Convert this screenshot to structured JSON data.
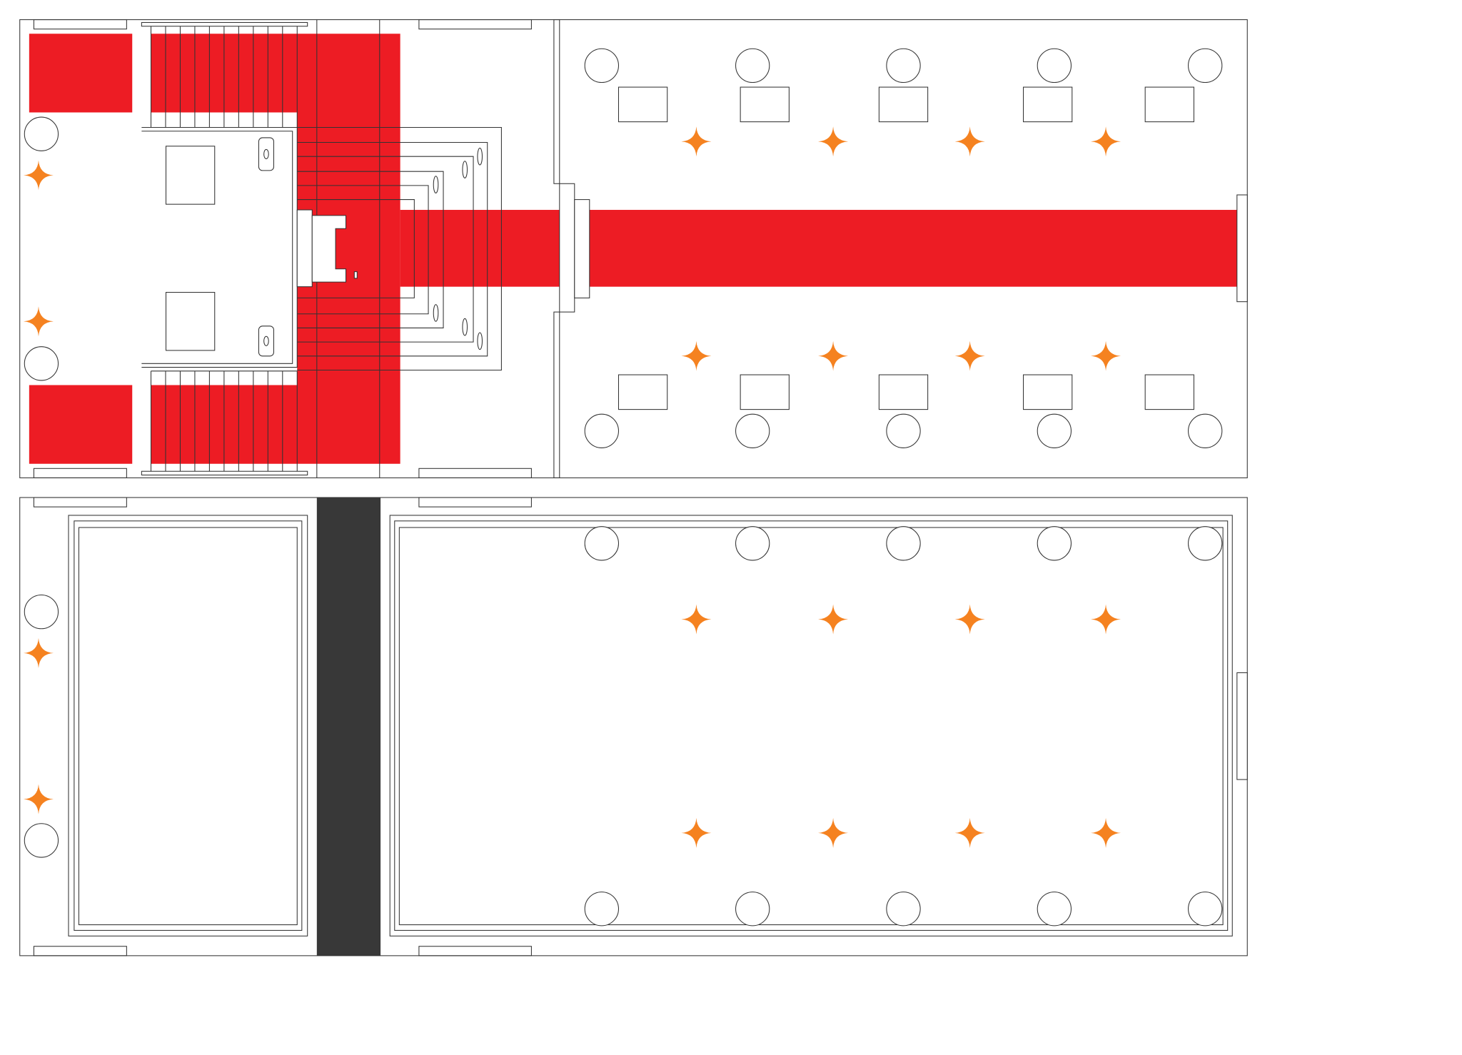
{
  "plans": [
    {
      "id": "upper-plan"
    },
    {
      "id": "lower-plan"
    }
  ],
  "colors": {
    "carpet": "#ED1C24",
    "light_marker": "#F58220",
    "dark_strip": "#383838",
    "line": "#333333",
    "background": "#FFFFFF"
  },
  "icons": {
    "column": "circle-outline",
    "light": "four-point-star",
    "table": "rectangle-outline"
  }
}
